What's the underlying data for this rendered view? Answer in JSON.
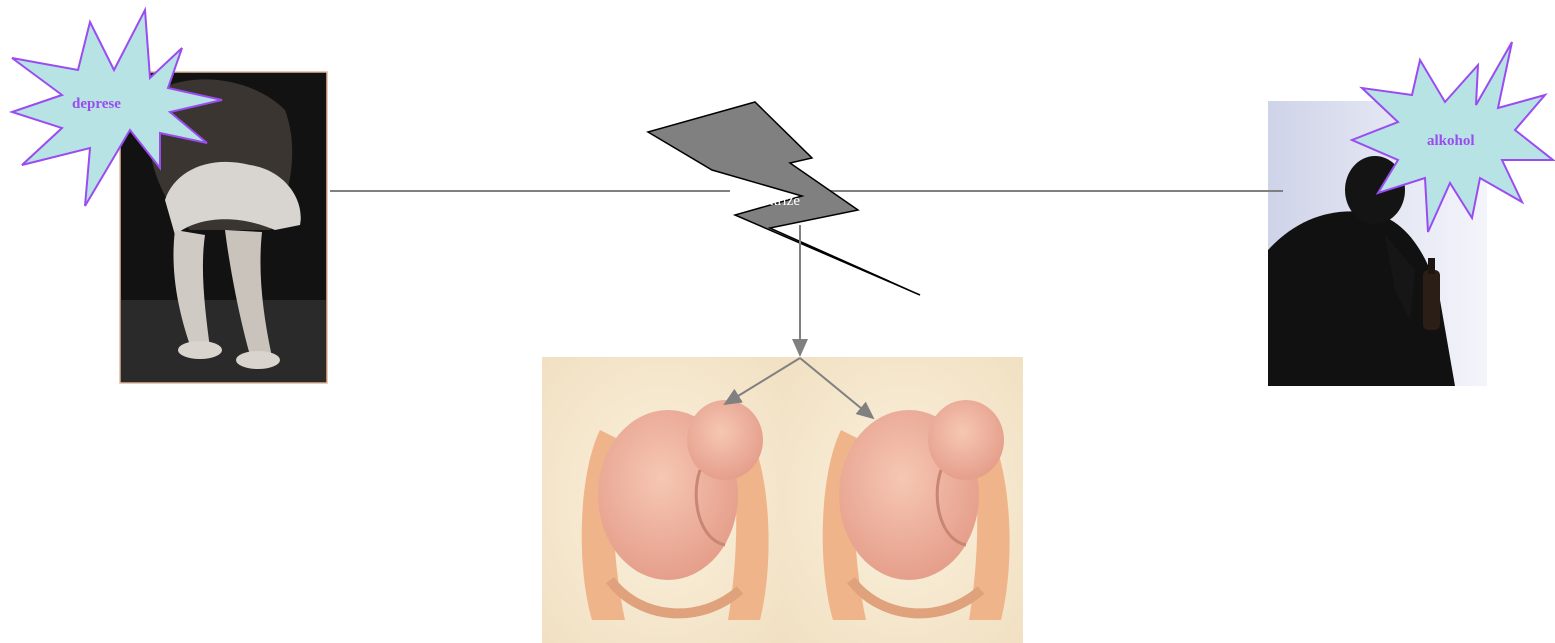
{
  "diagram": {
    "center_label": "krize",
    "left_burst_label": "deprese",
    "right_burst_label": "alkohol",
    "photos": {
      "left": "woman-sitting-hugging-knees-photo",
      "right": "man-holding-bottle-silhouette-photo",
      "bottom_left": "baby-in-hands-photo",
      "bottom_right": "baby-in-hands-photo"
    },
    "colors": {
      "burst_fill": "#b7e3e4",
      "burst_stroke": "#9a4cf0",
      "burst_text": "#9a4cf0",
      "bolt_fill": "#808080",
      "connector": "#808080"
    }
  }
}
